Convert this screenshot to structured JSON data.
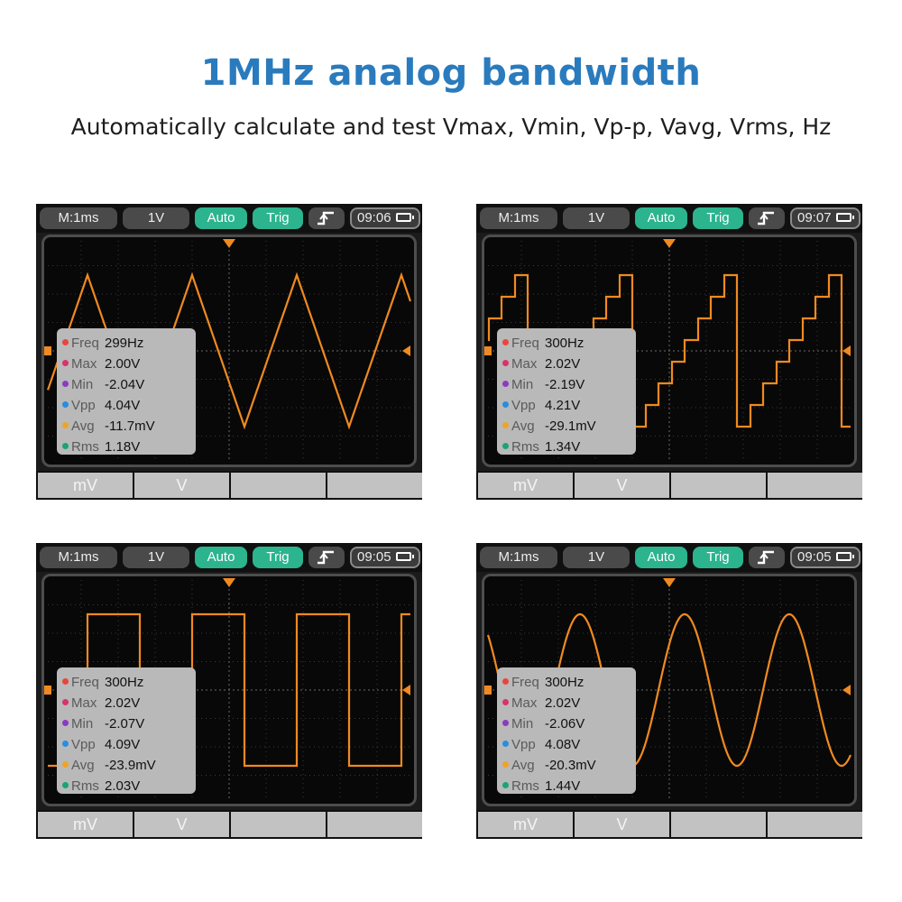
{
  "headline": "1MHz analog bandwidth",
  "subline": "Automatically calculate and test Vmax, Vmin, Vp-p, Vavg, Vrms, Hz",
  "colors": {
    "trace": "#f08a20",
    "green": "#2cb48e",
    "freq": "#e9453c",
    "max": "#d8336d",
    "min": "#8a3bc1",
    "vpp": "#2a8de0",
    "avg": "#efa328",
    "rms": "#1aa37a"
  },
  "scopes": [
    {
      "waveform": "triangle",
      "topbar": {
        "timebase": "M:1ms",
        "volts": "1V",
        "mode": "Auto",
        "trig": "Trig",
        "edge_icon": "rising-edge-icon",
        "time": "09:06",
        "battery_icon": "battery-icon"
      },
      "measurements": [
        {
          "label": "Freq",
          "value": "299Hz"
        },
        {
          "label": "Max",
          "value": "2.00V"
        },
        {
          "label": "Min",
          "value": "-2.04V"
        },
        {
          "label": "Vpp",
          "value": "4.04V"
        },
        {
          "label": "Avg",
          "value": "-11.7mV"
        },
        {
          "label": "Rms",
          "value": "1.18V"
        }
      ],
      "softkeys": [
        "mV",
        "V",
        "",
        ""
      ]
    },
    {
      "waveform": "staircase",
      "topbar": {
        "timebase": "M:1ms",
        "volts": "1V",
        "mode": "Auto",
        "trig": "Trig",
        "edge_icon": "rising-edge-icon",
        "time": "09:07",
        "battery_icon": "battery-icon"
      },
      "measurements": [
        {
          "label": "Freq",
          "value": "300Hz"
        },
        {
          "label": "Max",
          "value": "2.02V"
        },
        {
          "label": "Min",
          "value": "-2.19V"
        },
        {
          "label": "Vpp",
          "value": "4.21V"
        },
        {
          "label": "Avg",
          "value": "-29.1mV"
        },
        {
          "label": "Rms",
          "value": "1.34V"
        }
      ],
      "softkeys": [
        "mV",
        "V",
        "",
        ""
      ]
    },
    {
      "waveform": "square",
      "topbar": {
        "timebase": "M:1ms",
        "volts": "1V",
        "mode": "Auto",
        "trig": "Trig",
        "edge_icon": "rising-edge-icon",
        "time": "09:05",
        "battery_icon": "battery-icon"
      },
      "measurements": [
        {
          "label": "Freq",
          "value": "300Hz"
        },
        {
          "label": "Max",
          "value": "2.02V"
        },
        {
          "label": "Min",
          "value": "-2.07V"
        },
        {
          "label": "Vpp",
          "value": "4.09V"
        },
        {
          "label": "Avg",
          "value": "-23.9mV"
        },
        {
          "label": "Rms",
          "value": "2.03V"
        }
      ],
      "softkeys": [
        "mV",
        "V",
        "",
        ""
      ]
    },
    {
      "waveform": "sine",
      "topbar": {
        "timebase": "M:1ms",
        "volts": "1V",
        "mode": "Auto",
        "trig": "Trig",
        "edge_icon": "rising-edge-icon",
        "time": "09:05",
        "battery_icon": "battery-icon"
      },
      "measurements": [
        {
          "label": "Freq",
          "value": "300Hz"
        },
        {
          "label": "Max",
          "value": "2.02V"
        },
        {
          "label": "Min",
          "value": "-2.06V"
        },
        {
          "label": "Vpp",
          "value": "4.08V"
        },
        {
          "label": "Avg",
          "value": "-20.3mV"
        },
        {
          "label": "Rms",
          "value": "1.44V"
        }
      ],
      "softkeys": [
        "mV",
        "V",
        "",
        ""
      ]
    }
  ]
}
